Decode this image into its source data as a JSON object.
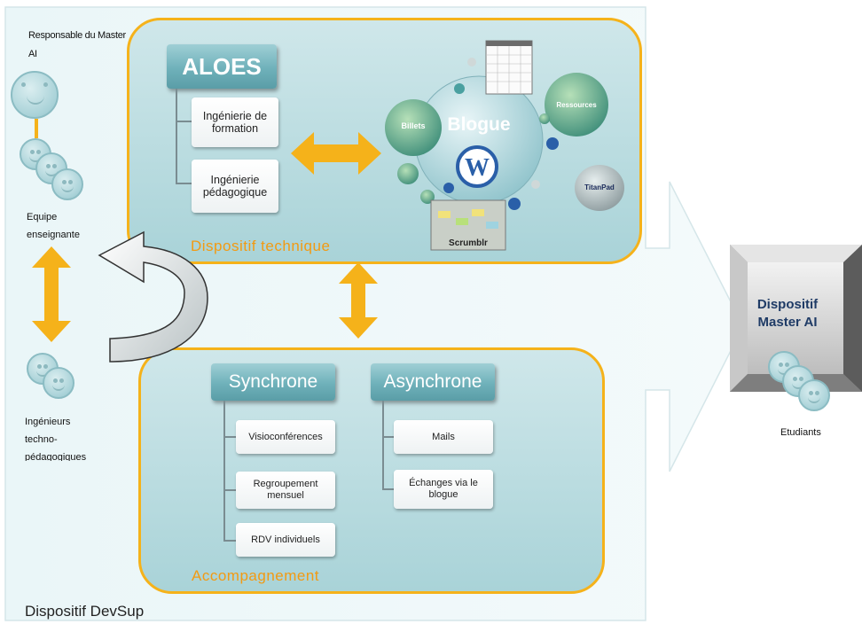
{
  "devsup": {
    "label": "Dispositif DevSup"
  },
  "technique": {
    "label": "Dispositif technique",
    "aloes": "ALOES",
    "items": [
      "Ingénierie de formation",
      "Ingénierie pédagogique"
    ],
    "blogue": "Blogue",
    "billets": "Billets",
    "ressources": "Ressources",
    "titanpad": "TitanPad",
    "scrumblr": "Scrumblr"
  },
  "accompagnement": {
    "label": "Accompagnement",
    "synchrone": {
      "title": "Synchrone",
      "items": [
        "Visioconférences",
        "Regroupement mensuel",
        "RDV individuels"
      ]
    },
    "asynchrone": {
      "title": "Asynchrone",
      "items": [
        "Mails",
        "Échanges via le blogue"
      ]
    }
  },
  "roles": {
    "responsable": "Responsable du Master AI",
    "equipe": "Equipe enseignante",
    "ingenieurs": "Ingénieurs techno-pédagogiques"
  },
  "master": {
    "title": "Dispositif Master AI",
    "students": "Etudiants"
  },
  "colors": {
    "orange": "#f5b21a",
    "panel": "#b9dde1",
    "header": "#6fb1ba"
  }
}
